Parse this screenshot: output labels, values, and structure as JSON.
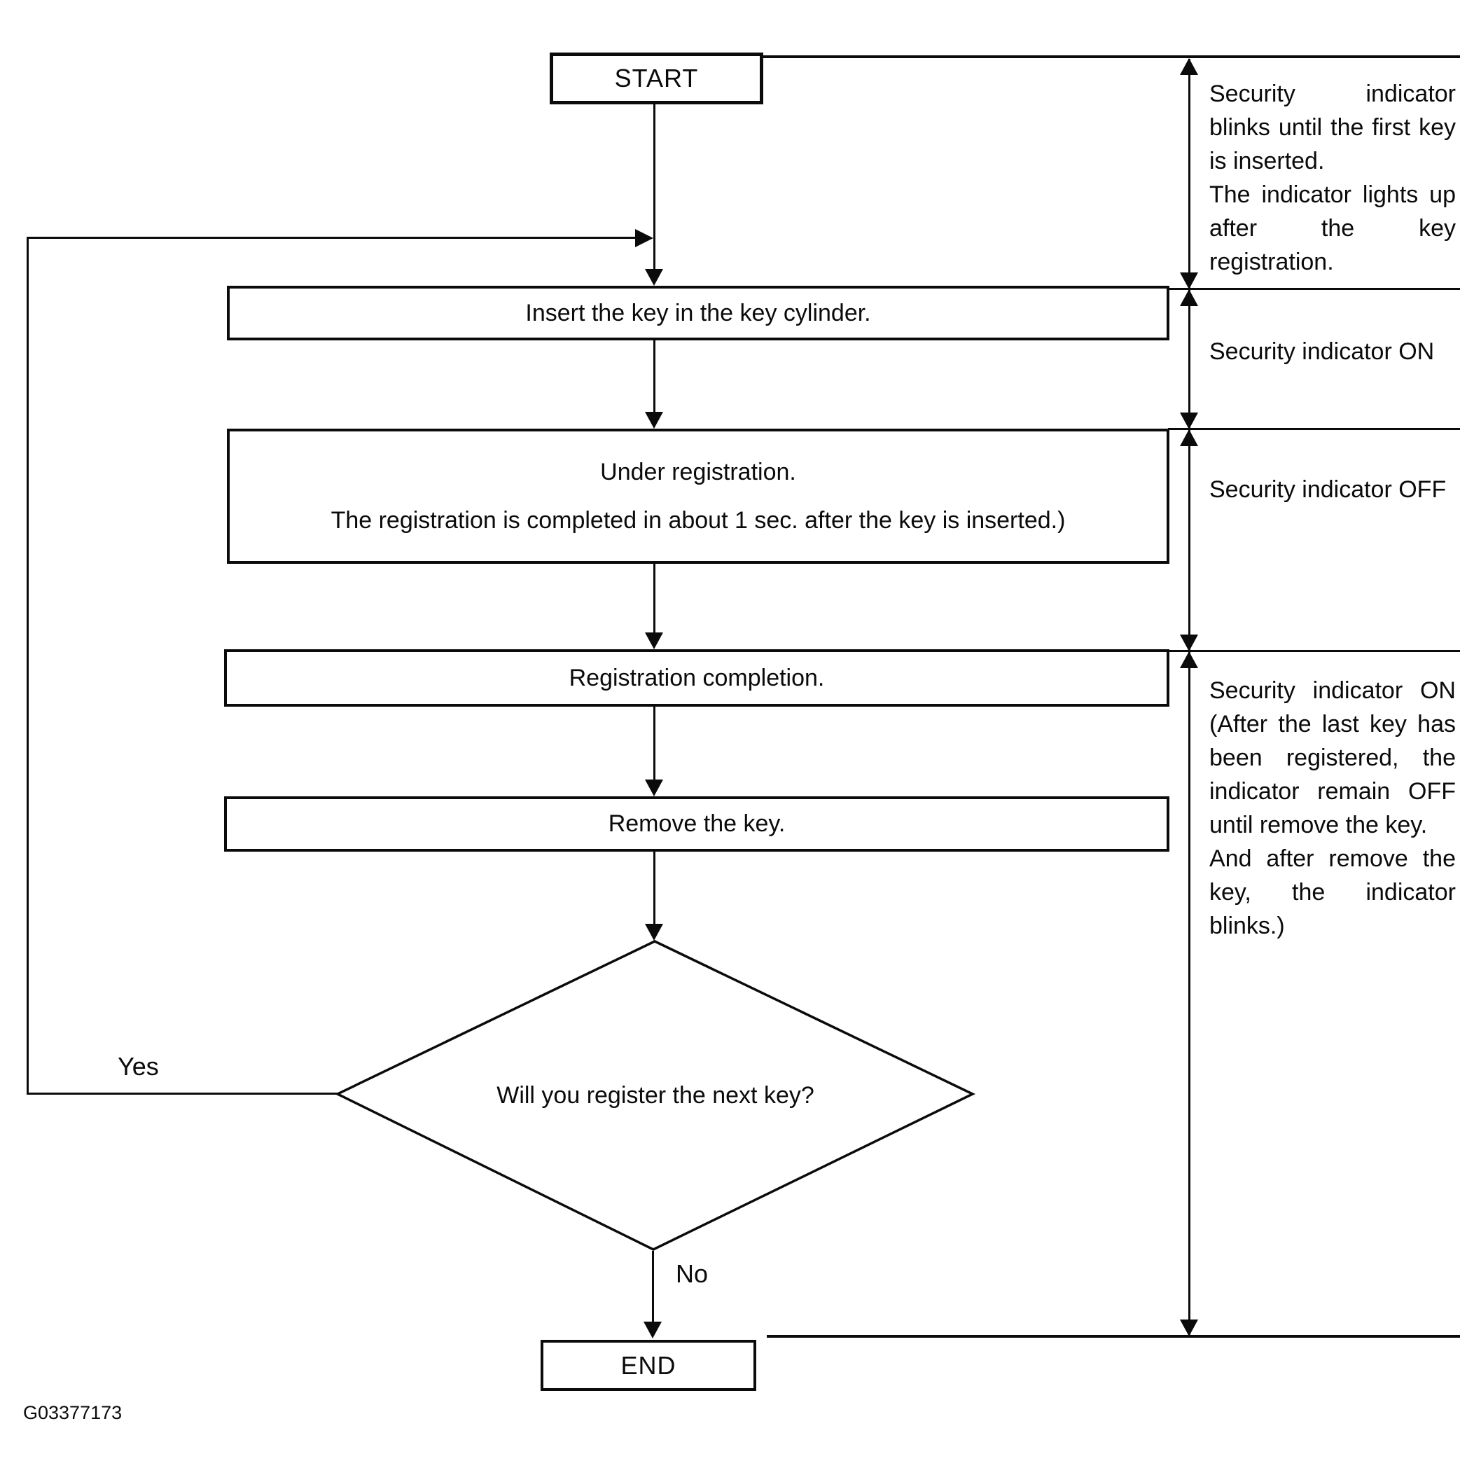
{
  "flowchart": {
    "start_label": "START",
    "end_label": "END",
    "steps": [
      {
        "label": "Insert the key in the key cylinder."
      },
      {
        "label": "Under registration.",
        "sublabel": "The registration is completed in about 1 sec. after the key is inserted.)"
      },
      {
        "label": "Registration completion."
      },
      {
        "label": "Remove the key."
      }
    ],
    "decision": {
      "label": "Will you register the next key?",
      "yes_label": "Yes",
      "no_label": "No"
    }
  },
  "annotations": [
    {
      "text": "Security indicator blinks until the first key is inserted.\nThe indicator lights up after the key registration."
    },
    {
      "text": "Security indicator ON"
    },
    {
      "text": "Security indicator OFF"
    },
    {
      "text": "Security indicator ON (After the last key has been registered, the indicator remain OFF until remove the key.\nAnd after remove the key, the indicator blinks.)"
    }
  ],
  "figure_code": "G03377173",
  "colors": {
    "ink": "#0b0b0b",
    "paper": "#ffffff"
  }
}
